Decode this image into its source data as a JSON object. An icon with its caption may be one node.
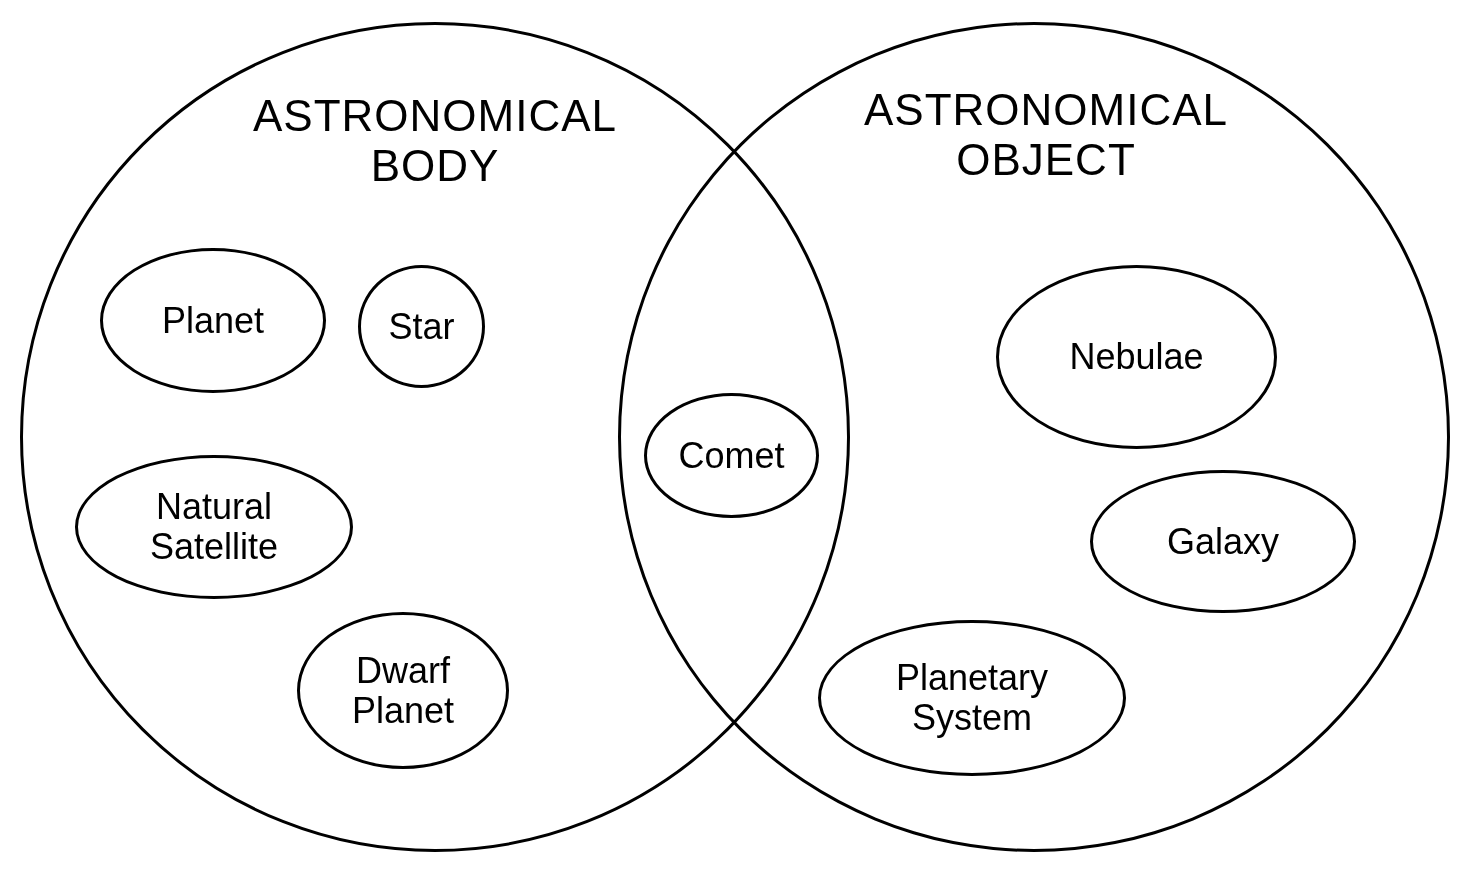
{
  "diagram": {
    "nodes": [
      {
        "text": [
          "ASTRONOMICAL BODY"
        ]
      },
      {
        "text": [
          "ASTRONOMICAL OBJECT"
        ]
      },
      {
        "text": [
          "Planet"
        ],
        "in": 0
      },
      {
        "text": [
          "Star"
        ],
        "in": 0
      },
      {
        "text": [
          "Natural Satellite"
        ],
        "in": 0
      },
      {
        "text": [
          "Dwarf Planet"
        ],
        "in": 0
      },
      {
        "text": [
          "Comet"
        ]
      },
      {
        "text": [
          "Nebulae"
        ],
        "in": 1
      },
      {
        "text": [
          "Galaxy"
        ],
        "in": 1
      },
      {
        "text": [
          "Planetary System"
        ],
        "in": 1
      }
    ]
  }
}
